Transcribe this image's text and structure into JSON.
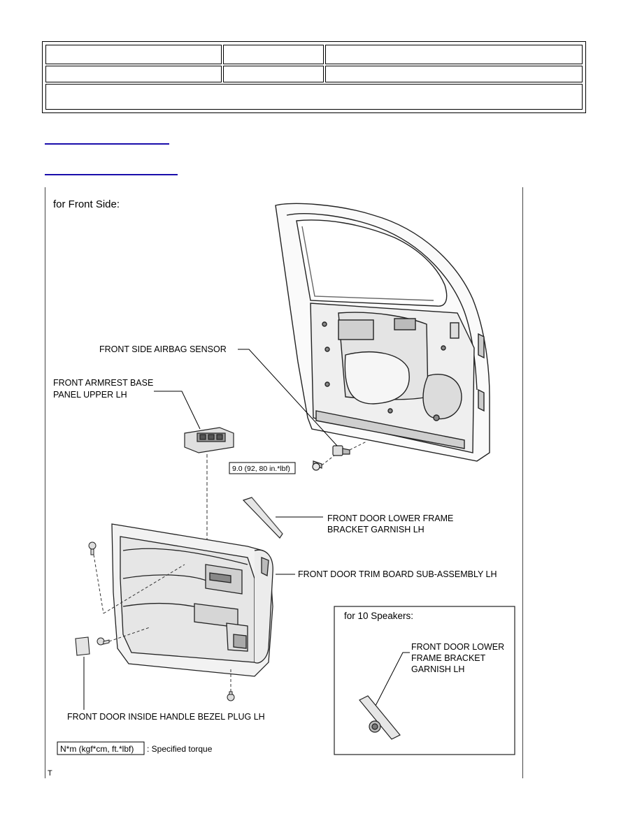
{
  "header_table": {
    "rows": [
      [
        "",
        "",
        ""
      ],
      [
        "",
        "",
        ""
      ],
      [
        ""
      ]
    ]
  },
  "links": [
    {
      "text": ""
    },
    {
      "text": ""
    }
  ],
  "figure": {
    "front_side_label": "for Front Side:",
    "labels": {
      "airbag_sensor": "FRONT SIDE AIRBAG SENSOR",
      "armrest_line1": "FRONT ARMREST BASE",
      "armrest_line2": "PANEL UPPER LH",
      "torque_value": "9.0 (92, 80 in.*lbf)",
      "lower_frame_line1": "FRONT DOOR LOWER FRAME",
      "lower_frame_line2": "BRACKET GARNISH LH",
      "trim_board": "FRONT DOOR TRIM BOARD SUB-ASSEMBLY LH",
      "bezel_plug": "FRONT DOOR INSIDE HANDLE BEZEL PLUG LH",
      "legend_box": "N*m (kgf*cm, ft.*lbf)",
      "legend_text": ": Specified torque"
    },
    "inset": {
      "title": "for 10 Speakers:",
      "line1": "FRONT DOOR LOWER",
      "line2": "FRAME BRACKET",
      "line3": "GARNISH LH"
    }
  },
  "footer_mark": "T"
}
